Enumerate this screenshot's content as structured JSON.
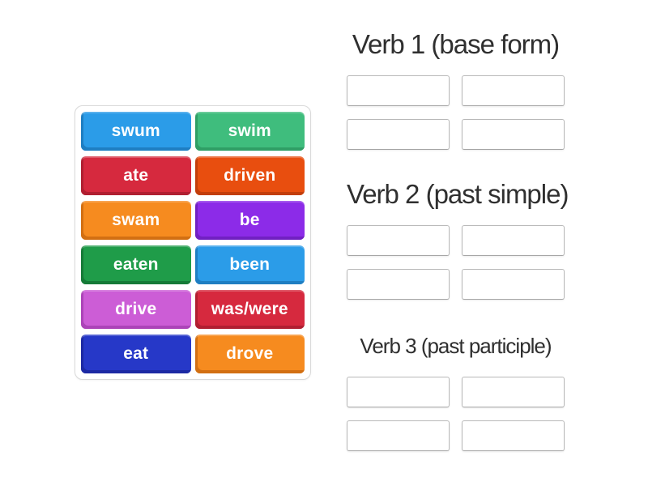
{
  "activity": {
    "kind": "group-sort"
  },
  "colors": {
    "page_background": "#ffffff",
    "panel_border": "#d9d9d9",
    "panel_background": "#ffffff",
    "slot_border": "#b9b9b9",
    "slot_background": "#ffffff",
    "header_text": "#2f2f2f",
    "tile_text": "#ffffff"
  },
  "tile_panel": {
    "tiles": [
      {
        "label": "swum",
        "color": "#2b9ce8",
        "edge_color": "#1e7ec2"
      },
      {
        "label": "swim",
        "color": "#3fbd7d",
        "edge_color": "#2f9e65"
      },
      {
        "label": "ate",
        "color": "#d6293e",
        "edge_color": "#b01f31"
      },
      {
        "label": "driven",
        "color": "#e84e0f",
        "edge_color": "#c23e0b"
      },
      {
        "label": "swam",
        "color": "#f68b1f",
        "edge_color": "#d26f12"
      },
      {
        "label": "be",
        "color": "#8c2be8",
        "edge_color": "#7120c2"
      },
      {
        "label": "eaten",
        "color": "#1f9c49",
        "edge_color": "#157a37"
      },
      {
        "label": "been",
        "color": "#2b9ce8",
        "edge_color": "#1e7ec2"
      },
      {
        "label": "drive",
        "color": "#cc5dd6",
        "edge_color": "#ac44b8"
      },
      {
        "label": "was/were",
        "color": "#d6293e",
        "edge_color": "#b01f31"
      },
      {
        "label": "eat",
        "color": "#2638c8",
        "edge_color": "#1c29a3"
      },
      {
        "label": "drove",
        "color": "#f68b1f",
        "edge_color": "#d26f12"
      }
    ]
  },
  "groups": [
    {
      "title": "Verb 1 (base form)",
      "slot_count": 4
    },
    {
      "title": "Verb 2 (past simple)",
      "slot_count": 4
    },
    {
      "title": "Verb 3 (past participle)",
      "slot_count": 4
    }
  ]
}
